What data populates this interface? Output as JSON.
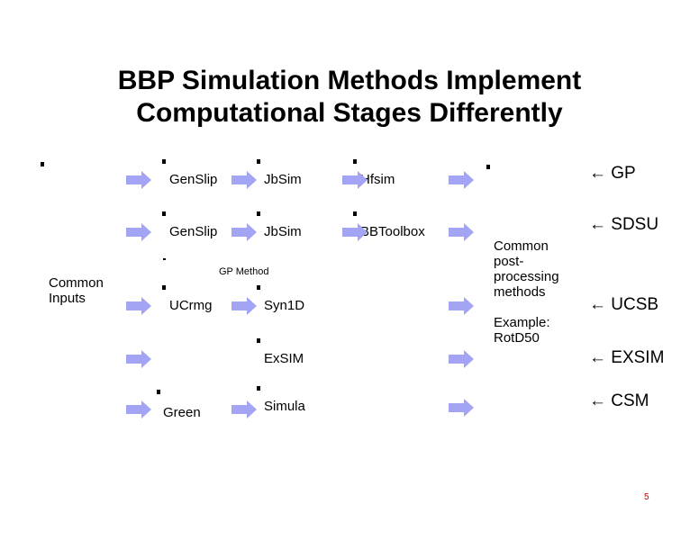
{
  "title_line1": "BBP Simulation Methods Implement",
  "title_line2": "Computational Stages Differently",
  "common_inputs": [
    "Common",
    "Inputs"
  ],
  "rows": [
    {
      "stage1": "GenSlip",
      "stage2": "JbSim",
      "stage3": "Hfsim",
      "label": "GP"
    },
    {
      "stage1": "GenSlip",
      "stage2": "JbSim",
      "stage3": "BBToolbox",
      "label": "SDSU"
    },
    {
      "stage1": "UCrmg",
      "stage2": "Syn1D",
      "label": "UCSB"
    },
    {
      "stage2": "ExSIM",
      "label": "EXSIM"
    },
    {
      "stage1": "Green",
      "stage2": "Simula",
      "label": "CSM"
    }
  ],
  "gp_method": "GP Method",
  "post": [
    "Common",
    "post-",
    "processing",
    "methods"
  ],
  "example": [
    "Example:",
    "RotD50"
  ],
  "arrow_prefix": "←",
  "arrow_color": "#a4a4f4",
  "page_number": "5"
}
